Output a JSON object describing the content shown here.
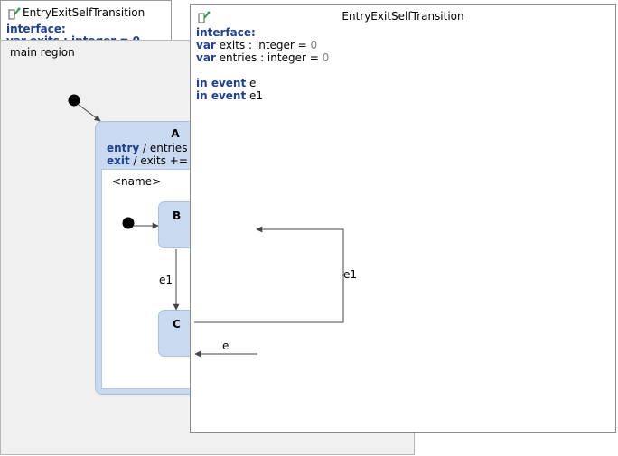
{
  "background_spec": {
    "title": "EntryExitSelfTransition",
    "interface_kw": "interface:",
    "partial_line": "var exits : integer = 0"
  },
  "main_region": {
    "label": "main region"
  },
  "state_a": {
    "name": "A",
    "entry_kw": "entry",
    "entry_rest": " / entries",
    "exit_kw": "exit",
    "exit_rest": " / exits +=",
    "inner_region_label": "<name>"
  },
  "state_b": {
    "name": "B"
  },
  "state_c": {
    "name": "C"
  },
  "transitions": {
    "b_to_c": "e1",
    "c_self_e1": "e1",
    "e_label": "e"
  },
  "definition": {
    "title": "EntryExitSelfTransition",
    "interface_kw": "interface:",
    "var_exits": {
      "kw": "var",
      "text": " exits : integer = ",
      "value": "0"
    },
    "var_entries": {
      "kw": "var",
      "text": " entries : integer = ",
      "value": "0"
    },
    "event_e": {
      "kw": "in event",
      "name": " e"
    },
    "event_e1": {
      "kw": "in event",
      "name": " e1"
    }
  },
  "colors": {
    "state_fill": "#c9d9f0",
    "keyword": "#1f3f8f",
    "region_fill": "#f0f0f0"
  }
}
